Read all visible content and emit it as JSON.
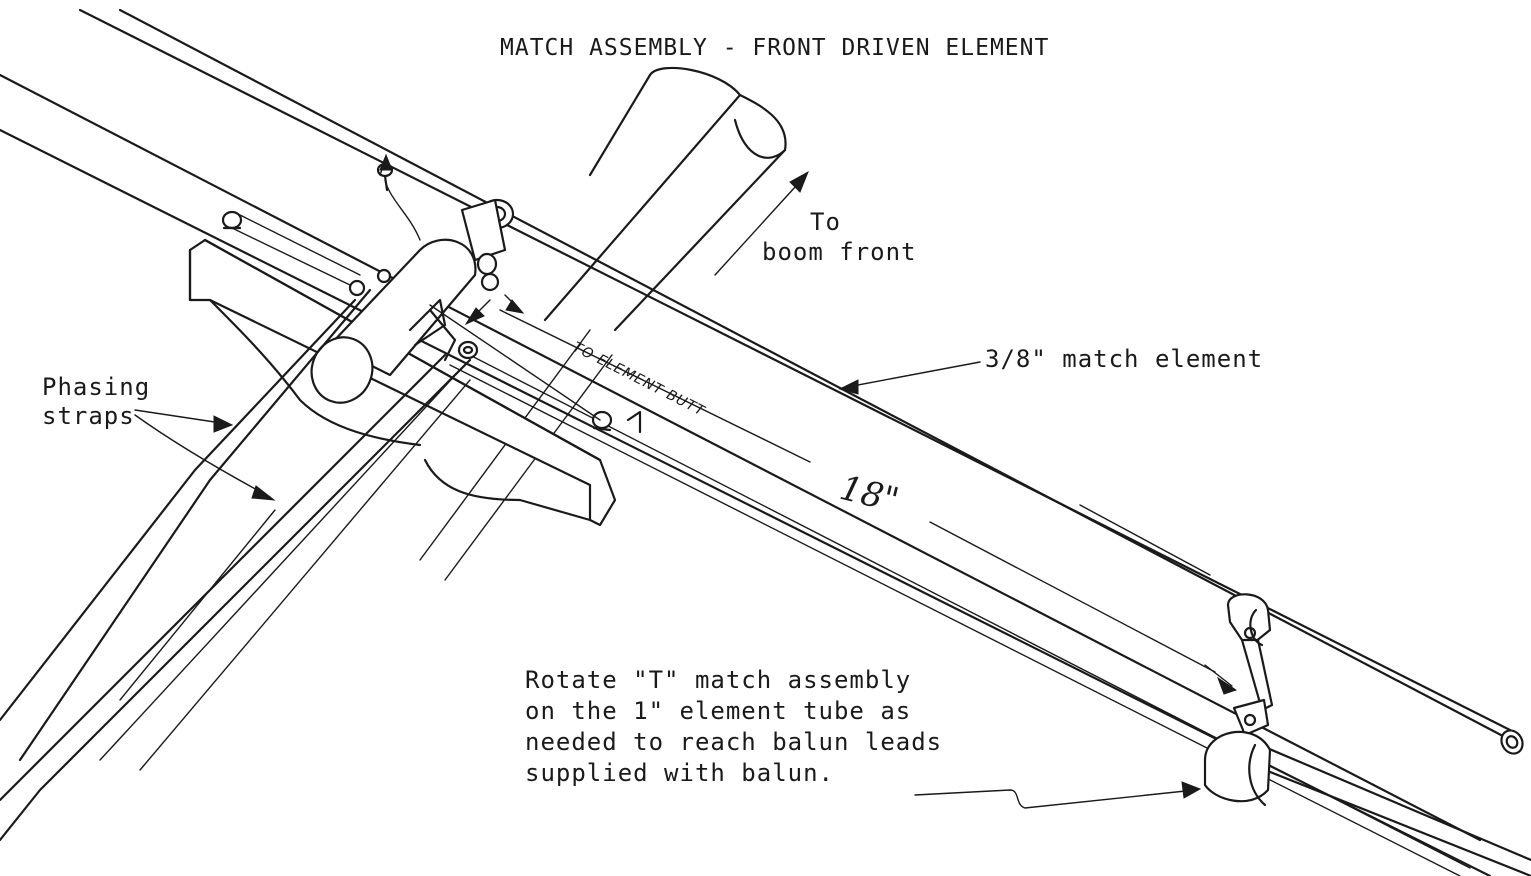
{
  "title": "MATCH ASSEMBLY - FRONT DRIVEN ELEMENT",
  "labels": {
    "boom_front_line1": "To",
    "boom_front_line2": "boom front",
    "match_element": "3/8\" match element",
    "phasing_line1": "Phasing",
    "phasing_line2": "straps",
    "element_butt": "TO ELEMENT BUTT",
    "dimension": "18\"",
    "note_line1": "Rotate \"T\" match assembly",
    "note_line2": "on the 1\" element tube as",
    "note_line3": "needed to reach balun leads",
    "note_line4": "supplied with balun."
  }
}
